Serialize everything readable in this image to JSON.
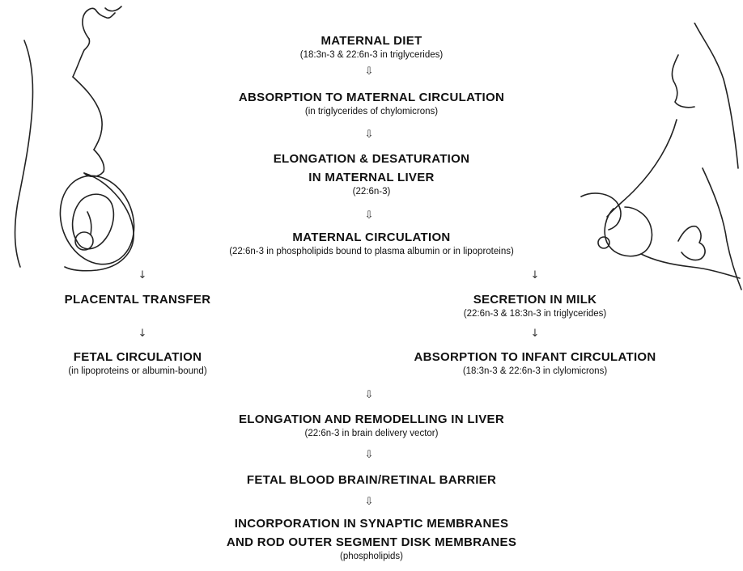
{
  "nodes": {
    "maternal_diet": {
      "title": "MATERNAL DIET",
      "sub": "(18:3n-3 & 22:6n-3 in triglycerides)"
    },
    "absorption_maternal": {
      "title": "ABSORPTION TO MATERNAL CIRCULATION",
      "sub": "(in triglycerides of chylomicrons)"
    },
    "elongation_liver": {
      "title_line1": "ELONGATION & DESATURATION",
      "title_line2": "IN MATERNAL LIVER",
      "sub": "(22:6n-3)"
    },
    "maternal_circulation": {
      "title": "MATERNAL CIRCULATION",
      "sub": "(22:6n-3 in phospholipids bound to plasma albumin or in lipoproteins)"
    },
    "placental_transfer": {
      "title": "PLACENTAL TRANSFER"
    },
    "fetal_circulation": {
      "title": "FETAL CIRCULATION",
      "sub": "(in lipoproteins or albumin-bound)"
    },
    "secretion_milk": {
      "title": "SECRETION IN MILK",
      "sub": "(22:6n-3 & 18:3n-3 in triglycerides)"
    },
    "absorption_infant": {
      "title": "ABSORPTION TO INFANT CIRCULATION",
      "sub": "(18:3n-3 & 22:6n-3 in clylomicrons)"
    },
    "elongation_remodelling": {
      "title": "ELONGATION AND REMODELLING IN LIVER",
      "sub": "(22:6n-3 in brain delivery vector)"
    },
    "barrier": {
      "title": "FETAL BLOOD BRAIN/RETINAL BARRIER"
    },
    "incorporation": {
      "title_line1": "INCORPORATION IN SYNAPTIC MEMBRANES",
      "title_line2": "AND ROD OUTER SEGMENT DISK MEMBRANES",
      "sub": "(phospholipids)"
    }
  },
  "arrows": {
    "double": "⇩",
    "single": "↓"
  },
  "illustrations": {
    "left": "pregnant-woman-with-fetus",
    "right": "mother-breastfeeding-infant"
  }
}
